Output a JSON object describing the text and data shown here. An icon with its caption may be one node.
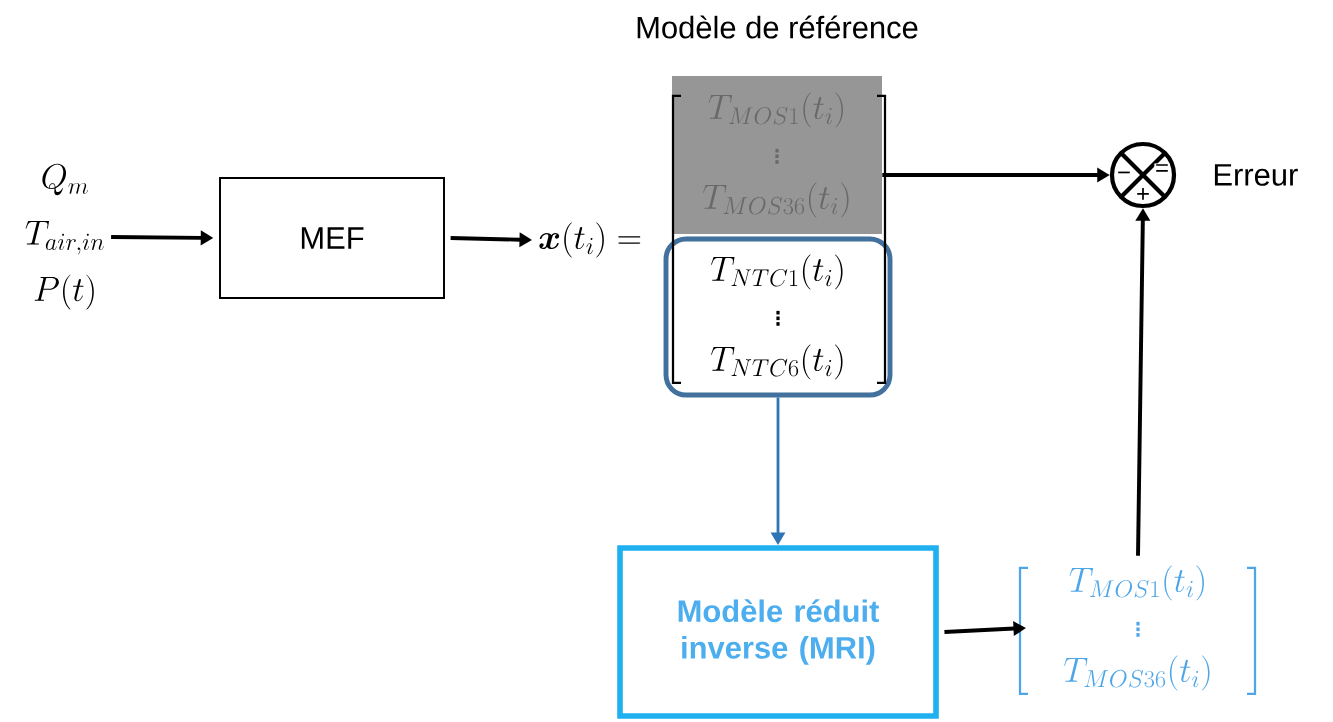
{
  "diagram": {
    "title": "Modèle de référence",
    "nodes": [
      {
        "text": [
          "Q_m",
          "T_{air,in}",
          "P(t)"
        ]
      },
      {
        "text": [
          "MEF"
        ]
      },
      {
        "text": [
          "\\boldsymbol{x}(t_i) ="
        ]
      },
      {
        "text": [
          "T_{MOS1}(t_i)",
          "\\vdots",
          "T_{MOS36}(t_i)"
        ]
      },
      {
        "text": [
          "T_{NTC1}(t_i)",
          "\\vdots",
          "T_{NTC6}(t_i)"
        ]
      },
      {
        "text": [],
        "shape": "circle",
        "beside": [
          "Erreur"
        ]
      },
      {
        "text": [
          "Modèle réduit inverse (MRI)"
        ]
      },
      {
        "text": [
          "T_{MOS1}(t_i)",
          "\\vdots",
          "T_{MOS36}(t_i)"
        ]
      }
    ],
    "edges": [
      {
        "from": 0,
        "to": 1,
        "arrow": "to"
      },
      {
        "from": 1,
        "to": 2,
        "arrow": "to"
      },
      {
        "from": 3,
        "to": 5,
        "arrow": "to"
      },
      {
        "from": 4,
        "to": 6,
        "arrow": "to",
        "color": "#2e75b6"
      },
      {
        "from": 6,
        "to": 7,
        "arrow": "to"
      },
      {
        "from": 7,
        "to": 5,
        "arrow": "to"
      }
    ],
    "labels": [
      "−",
      "=",
      "+"
    ]
  }
}
